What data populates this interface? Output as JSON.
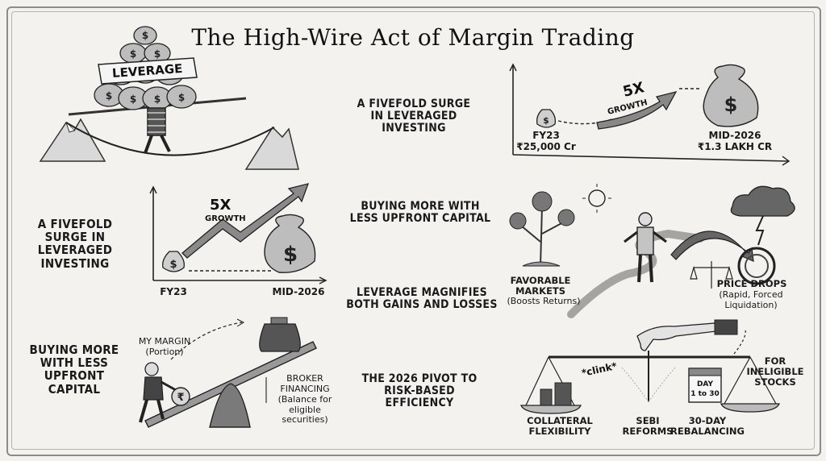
{
  "title": "The High-Wire Act of Margin Trading",
  "top_left": {
    "bag_label": "LEVERAGE"
  },
  "center_captions": [
    "A FIVEFOLD SURGE IN LEVERAGED INVESTING",
    "BUYING MORE WITH LESS UPFRONT CAPITAL",
    "LEVERAGE MAGNIFIES BOTH GAINS AND LOSSES",
    "THE 2026 PIVOT TO RISK-BASED EFFICIENCY"
  ],
  "left_captions": [
    "A FIVEFOLD SURGE IN LEVERAGED INVESTING",
    "BUYING MORE WITH LESS UPFRONT CAPITAL"
  ],
  "top_right_chart": {
    "growth_big": "5X",
    "growth_small": "GROWTH",
    "start_label": "FY23",
    "start_value": "₹25,000 Cr",
    "end_label": "MID-2026",
    "end_value": "₹1.3 LAKH CR"
  },
  "mid_left_chart": {
    "growth_big": "5X",
    "growth_small": "GROWTH",
    "start_label": "FY23",
    "end_label": "MID-2026"
  },
  "seesaw": {
    "margin_title": "MY MARGIN",
    "margin_sub": "(Portion)",
    "broker_title": "BROKER FINANCING",
    "broker_sub": "(Balance for eligible securities)"
  },
  "path_scene": {
    "favorable_title": "FAVORABLE MARKETS",
    "favorable_sub": "(Boosts Returns)",
    "drops_title": "PRICE DROPS",
    "drops_sub": "(Rapid, Forced Liquidation)"
  },
  "scale_scene": {
    "clink": "*clink*",
    "ineligible": "FOR INELIGIBLE STOCKS",
    "calendar_line1": "DAY",
    "calendar_line2": "1 to 30",
    "collateral": "COLLATERAL FLEXIBILITY",
    "sebi": "SEBI REFORMS",
    "rebalancing": "30-DAY REBALANCING"
  }
}
